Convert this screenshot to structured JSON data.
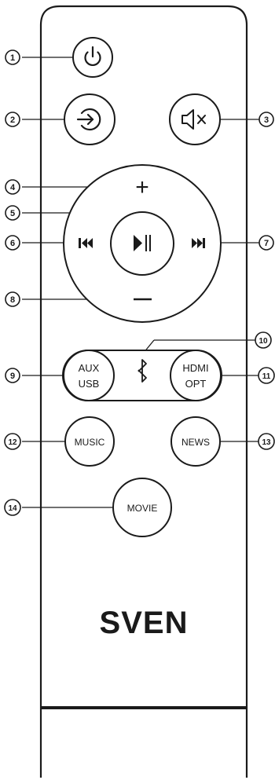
{
  "buttons": {
    "power": "",
    "input": "",
    "mute": "",
    "volume_up": "+",
    "play_pause": "",
    "previous": "",
    "next": "",
    "volume_down": "",
    "aux_usb": [
      "AUX",
      "USB"
    ],
    "bluetooth": "",
    "hdmi_opt": [
      "HDMI",
      "OPT"
    ],
    "music": "MUSIC",
    "news": "NEWS",
    "movie": "MOVIE"
  },
  "callouts": [
    "1",
    "2",
    "3",
    "4",
    "5",
    "6",
    "7",
    "8",
    "9",
    "10",
    "11",
    "12",
    "13",
    "14"
  ],
  "brand": {
    "logo": "SVEN"
  },
  "colors": {
    "stroke": "#1a1a1a",
    "background": "#ffffff"
  }
}
